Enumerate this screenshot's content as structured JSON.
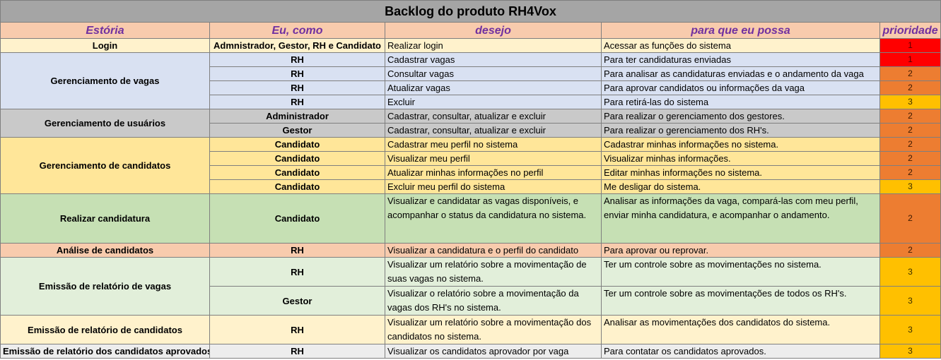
{
  "title": "Backlog do produto RH4Vox",
  "headers": {
    "estoria": "Estória",
    "eu_como": "Eu, como",
    "desejo": "desejo",
    "para_que": "para que eu possa",
    "prioridade": "prioridade"
  },
  "priority_colors": {
    "1": "#ff0000",
    "2": "#ed7d31",
    "3": "#ffc000"
  },
  "groups": [
    {
      "story": "Login",
      "color": "#fff2cc",
      "rows": [
        {
          "role": "Admnistrador, Gestor, RH e Candidato",
          "desejo": "Realizar login",
          "para_que": "Acessar as funções do sistema",
          "prioridade": "1"
        }
      ]
    },
    {
      "story": "Gerenciamento de vagas",
      "color": "#d9e1f2",
      "rows": [
        {
          "role": "RH",
          "desejo": "Cadastrar vagas",
          "para_que": "Para ter candidaturas enviadas",
          "prioridade": "1"
        },
        {
          "role": "RH",
          "desejo": "Consultar vagas",
          "para_que": "Para analisar as candidaturas enviadas e o andamento da vaga",
          "prioridade": "2"
        },
        {
          "role": "RH",
          "desejo": "Atualizar vagas",
          "para_que": "Para aprovar candidatos ou informações da vaga",
          "prioridade": "2"
        },
        {
          "role": "RH",
          "desejo": "Excluir",
          "para_que": "Para retirá-las do sistema",
          "prioridade": "3"
        }
      ]
    },
    {
      "story": "Gerenciamento de usuários",
      "color": "#c9c9c9",
      "rows": [
        {
          "role": "Administrador",
          "desejo": "Cadastrar, consultar, atualizar e excluir",
          "para_que": "Para realizar o gerenciamento dos gestores.",
          "prioridade": "2"
        },
        {
          "role": "Gestor",
          "desejo": "Cadastrar, consultar, atualizar e excluir",
          "para_que": "Para realizar o gerenciamento dos RH's.",
          "prioridade": "2"
        }
      ]
    },
    {
      "story": "Gerenciamento de candidatos",
      "color": "#ffe699",
      "rows": [
        {
          "role": "Candidato",
          "desejo": "Cadastrar meu perfil no sistema",
          "para_que": "Cadastrar minhas informações no sistema.",
          "prioridade": "2"
        },
        {
          "role": "Candidato",
          "desejo": "Visualizar meu perfil",
          "para_que": "Visualizar minhas informações.",
          "prioridade": "2"
        },
        {
          "role": "Candidato",
          "desejo": "Atualizar minhas informações no perfil",
          "para_que": "Editar minhas informações no sistema.",
          "prioridade": "2"
        },
        {
          "role": "Candidato",
          "desejo": "Excluir meu perfil do sistema",
          "para_que": "Me desligar do sistema.",
          "prioridade": "3"
        }
      ]
    },
    {
      "story": "Realizar candidatura",
      "color": "#c6e0b4",
      "rows": [
        {
          "role": "Candidato",
          "desejo": "Visualizar e candidatar as vagas disponíveis, e acompanhar o status da candidatura no sistema.",
          "para_que": "Analisar as informações da vaga, compará-las com meu perfil, enviar minha candidatura, e acompanhar o andamento.",
          "prioridade": "2"
        }
      ]
    },
    {
      "story": "Análise de candidatos",
      "color": "#f8cbad",
      "rows": [
        {
          "role": "RH",
          "desejo": "Visualizar a candidatura e o perfil do candidato",
          "para_que": "Para aprovar ou reprovar.",
          "prioridade": "2"
        }
      ]
    },
    {
      "story": "Emissão de relatório de vagas",
      "color": "#e2efda",
      "rows": [
        {
          "role": "RH",
          "desejo": "Visualizar um relatório sobre a movimentação de suas vagas no sistema.",
          "para_que": "Ter um controle sobre as movimentações no sistema.",
          "prioridade": "3"
        },
        {
          "role": "Gestor",
          "desejo": "Visualizar o relatório sobre a movimentação da vagas dos RH's no sistema.",
          "para_que": "Ter um controle sobre as movimentações de todos os RH's.",
          "prioridade": "3"
        }
      ]
    },
    {
      "story": "Emissão de relatório de candidatos",
      "color": "#fff2cc",
      "rows": [
        {
          "role": "RH",
          "desejo": "Visualizar um relatório sobre a movimentação dos candidatos no sistema.",
          "para_que": "Analisar as movimentações dos candidatos do sistema.",
          "prioridade": "3"
        }
      ]
    },
    {
      "story": "Emissão de relatório dos candidatos aprovados",
      "color": "#ededed",
      "rows": [
        {
          "role": "RH",
          "desejo": "Visualizar os candidatos aprovador por vaga",
          "para_que": "Para contatar os candidatos aprovados.",
          "prioridade": "3"
        }
      ]
    }
  ]
}
